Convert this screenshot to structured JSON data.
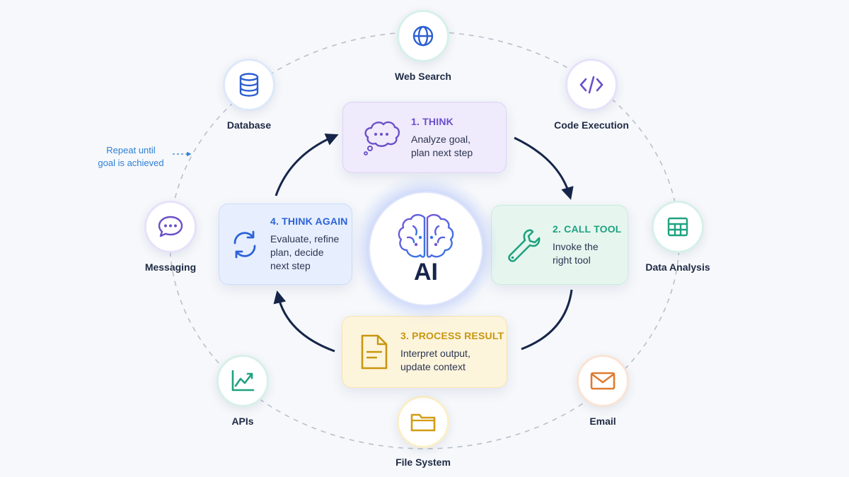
{
  "center": {
    "label": "AI"
  },
  "steps": {
    "think": {
      "title": "1. THINK",
      "desc_line1": "Analyze goal,",
      "desc_line2": "plan next step"
    },
    "call_tool": {
      "title": "2. CALL TOOL",
      "desc_line1": "Invoke the",
      "desc_line2": "right tool"
    },
    "process_result": {
      "title": "3. PROCESS RESULT",
      "desc_line1": "Interpret output,",
      "desc_line2": "update context"
    },
    "think_again": {
      "title": "4. THINK AGAIN",
      "desc_line1": "Evaluate, refine",
      "desc_line2": "plan, decide",
      "desc_line3": "next step"
    }
  },
  "tools": {
    "web_search": "Web Search",
    "code_execution": "Code Execution",
    "data_analysis": "Data Analysis",
    "email": "Email",
    "file_system": "File System",
    "apis": "APIs",
    "messaging": "Messaging",
    "database": "Database"
  },
  "note": {
    "line1": "Repeat until",
    "line2": "goal is achieved"
  },
  "icons": {
    "web_search": "globe-icon",
    "code_execution": "code-icon",
    "data_analysis": "table-icon",
    "email": "mail-icon",
    "file_system": "folder-icon",
    "apis": "line-chart-icon",
    "messaging": "chat-bubble-icon",
    "database": "database-icon",
    "think": "thought-bubble-icon",
    "call_tool": "wrench-icon",
    "process_result": "document-icon",
    "think_again": "refresh-icon",
    "center": "brain-icon"
  },
  "colors": {
    "think": "#6a4fc8",
    "call_tool": "#1ea27f",
    "process_result": "#c8960f",
    "think_again": "#2c62d8",
    "arrows": "#16254a",
    "note": "#2f7fd6"
  }
}
